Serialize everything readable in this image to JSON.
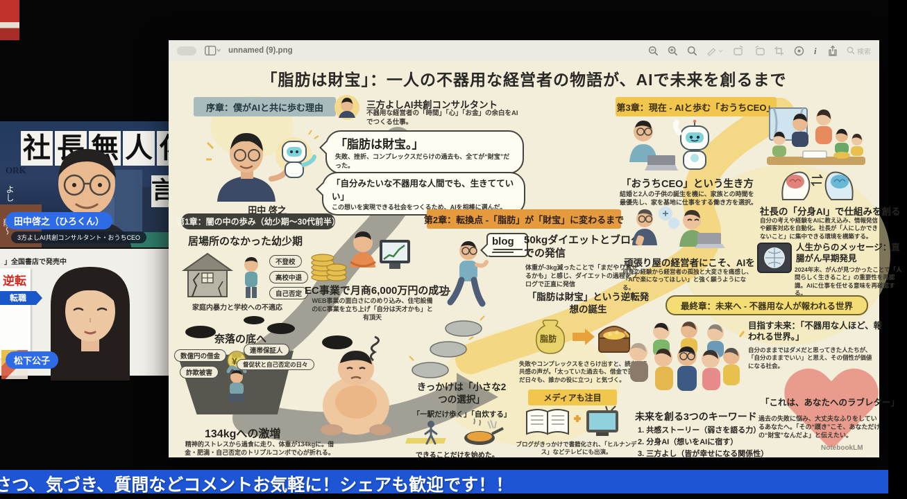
{
  "banner": {
    "text": "さつ、気づき、質問などコメントお気軽に！シェアも歓迎です！！"
  },
  "webcams": {
    "top": {
      "name": "田中啓之（ひろくん）",
      "subtitle": "3方よしAI共創コンサルタント・おうちCEO",
      "bg_chars": [
        "社",
        "長",
        "無",
        "人",
        "化"
      ],
      "bg_char_partial": "言",
      "bg_text_ork": "ORK",
      "bg_text_yoshi": "よし",
      "bg_text_ken": "削〜"
    },
    "bottom": {
      "name": "松下公子",
      "promo_top": "」全国書店で発売中",
      "promo_red": "逆転",
      "promo_arrow": "転職"
    }
  },
  "window": {
    "title": "unnamed (9).png",
    "search_label": "検索"
  },
  "infographic": {
    "title": "「脂肪は財宝」：一人の不器用な経営者の物語が、AIで未来を創るまで",
    "prologue": {
      "ribbon": "序章：僕がAIと共に歩む理由",
      "character_name": "田中 啓之",
      "consultant_title": "三方よしAI共創コンサルタント",
      "consultant_desc": "不器用な経営者の「時間」「心」「お金」の余白をAIでつくる仕事。",
      "bubble1_title": "「脂肪は財宝。」",
      "bubble1_desc": "失敗、挫折、コンプレックスだらけの過去も、全てが“財宝”だった。",
      "bubble2_title": "「自分みたいな不器用な人間でも、生きてていい」",
      "bubble2_desc": "この想いを実現できる社会をつくるため、AIを相棒に選んだ。"
    },
    "chapter1": {
      "ribbon": "第1章：闇の中の歩み（幼少期〜30代前半）",
      "childhood_title": "居場所のなかった幼少期",
      "tags": [
        "不登校",
        "高校中退",
        "自己否定"
      ],
      "childhood_caption": "家庭内暴力と学校への不適応",
      "ec_title": "EC事業で月商6,000万円の成功",
      "ec_desc": "WEB事業の面白さにのめり込み、住宅設備のEC事業を立ち上げ「自分は天才かも」と有頂天",
      "abyss_title": "奈落の底へ",
      "abyss_tags": [
        "数億円の借金",
        "詐欺被害",
        "連帯保証人",
        "督促状と自己否定の日々"
      ],
      "money_bag_label": "¥",
      "weight_title": "134kgへの激増",
      "weight_desc": "精神的ストレスから過食に走り、体重が134kgに。借金・肥満・自己否定のトリプルコンボで心が折れる。"
    },
    "chapter2": {
      "ribbon": "第2章：転換点 -「脂肪」が「財宝」に変わるまで",
      "blog_label": "blog",
      "diet_title": "50kgダイエットとブログでの発信",
      "diet_desc": "体重が-3kg減ったことで「まだやり直せるかも」と感じ、ダイエットの過程をブログで正直に発信",
      "idea_title": "「脂肪は財宝」という逆転発想の誕生",
      "fat_label": "脂肪",
      "idea_desc": "失敗やコンプレックスをさらけ出すと、読者から共感の声が。「太っていた過去も、借金で苦しんだ日々も、誰かの役に立つ」と気づく。",
      "trigger_title": "きっかけは「小さな2つの選択」",
      "trigger_choices": "「一駅だけ歩く」「自炊する」",
      "trigger_caption": "できることだけを始めた。",
      "media_ribbon": "メディアも注目",
      "media_desc": "ブログがきっかけで書籍化され、「ヒルナンデス」などテレビにも出演。"
    },
    "chapter3": {
      "ribbon": "第3章：現在 - AIと歩む「おうちCEO」",
      "ouchi_title": "「おうちCEO」という生き方",
      "ouchi_desc": "結婚と2人の子供の誕生を機に、家族との時間を最優先し、家を基地に仕事をする働き方を選択。",
      "ganbari_title": "頑張り屋の経営者にこそ、AIを",
      "ganbari_desc": "自身の経験から経営者の孤独と大変さを痛感し、「AIで楽になってほしい」と強く願うようになる。",
      "bunshin_title": "社長の「分身AI」で仕組みを創る",
      "bunshin_desc": "自分の考えや経験をAIに教え込み、情報発信や顧客対応を自動化。社長が「人にしかできないこと」に集中できる環境を構築する。",
      "message_title": "人生からのメッセージ：直腸がん早期発見",
      "message_desc": "2024年末、がんが見つかったことで「人間らしく生きること」の重要性を再認識。AIに仕事を任せる意味を再確認する。"
    },
    "final": {
      "ribbon": "最終章：未来へ - 不器用な人が報われる世界",
      "future_title": "目指す未来：「不器用な人ほど、報われる世界。」",
      "future_desc": "自分のままではダメだと思ってきた人たちが、「自分のままでいい」と思え、その個性が価値になる社会。",
      "keywords_title": "未来を創る3つのキーワード",
      "keywords": [
        "1. 共感ストーリー（弱さを語る力）",
        "2. 分身AI（想いをAIに宿す）",
        "3. 三方よし（皆が幸せになる関係性）"
      ],
      "letter_title": "「これは、あなたへのラブレター」",
      "letter_desc": "過去の失敗に悩み、大丈夫なふりをしているあなたへ。「その“躓き”こそ、あなただけの“財宝”なんだよ」と伝えたい。",
      "credit": "NotebookLM"
    }
  }
}
